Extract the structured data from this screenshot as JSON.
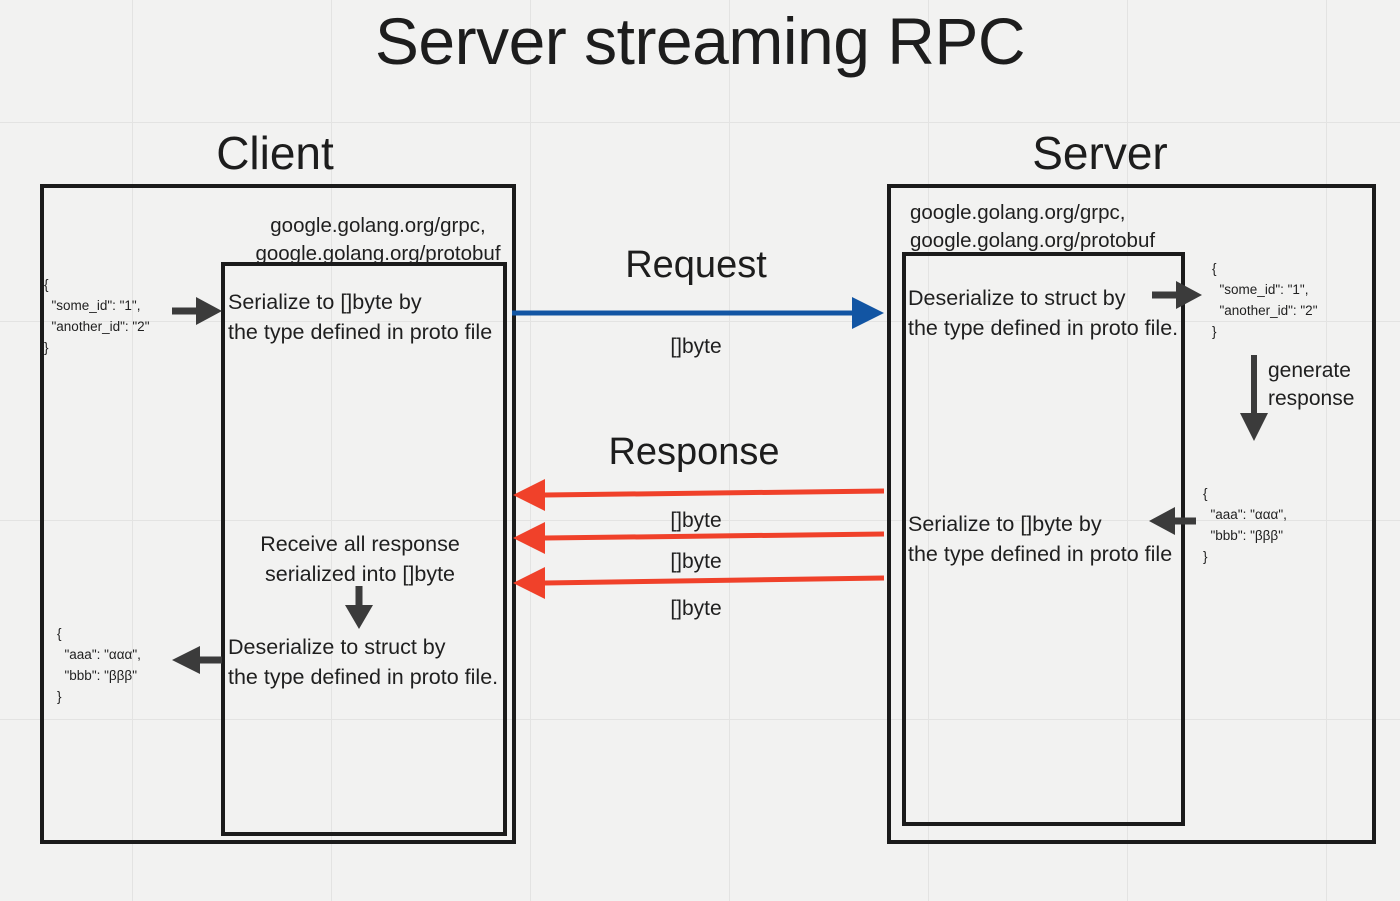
{
  "title": "Server streaming RPC",
  "columns": {
    "client": "Client",
    "server": "Server"
  },
  "client": {
    "libraries": "google.golang.org/grpc,\ngoogle.golang.org/protobuf",
    "serialize_text": "Serialize to []byte by\nthe type defined in proto file",
    "receive_text": "Receive all response\nserialized into []byte",
    "deserialize_text": "Deserialize to struct by\nthe type defined in proto file.",
    "request_json": "{\n  \"some_id\": \"1\",\n  \"another_id\": \"2\"\n}",
    "response_json": "{\n  \"aaa\": \"ααα\",\n  \"bbb\": \"βββ\"\n}"
  },
  "server": {
    "libraries": "google.golang.org/grpc,\ngoogle.golang.org/protobuf",
    "deserialize_text": "Deserialize to struct by\nthe type defined in proto file.",
    "serialize_text": "Serialize to []byte by\nthe type defined in proto file",
    "request_json": "{\n  \"some_id\": \"1\",\n  \"another_id\": \"2\"\n}",
    "response_json": "{\n  \"aaa\": \"ααα\",\n  \"bbb\": \"βββ\"\n}",
    "generate_label": "generate\nresponse"
  },
  "flow": {
    "request_label": "Request",
    "response_label": "Response",
    "request_payload": "[]byte",
    "response_payload_1": "[]byte",
    "response_payload_2": "[]byte",
    "response_payload_3": "[]byte"
  },
  "colors": {
    "request_arrow": "#1255a3",
    "response_arrow": "#f0412a",
    "internal_arrow": "#3b3b3b",
    "box_stroke": "#1b1b1b",
    "background": "#f2f2f1",
    "grid": "#e3e3e2",
    "text": "#1f1f1f"
  }
}
